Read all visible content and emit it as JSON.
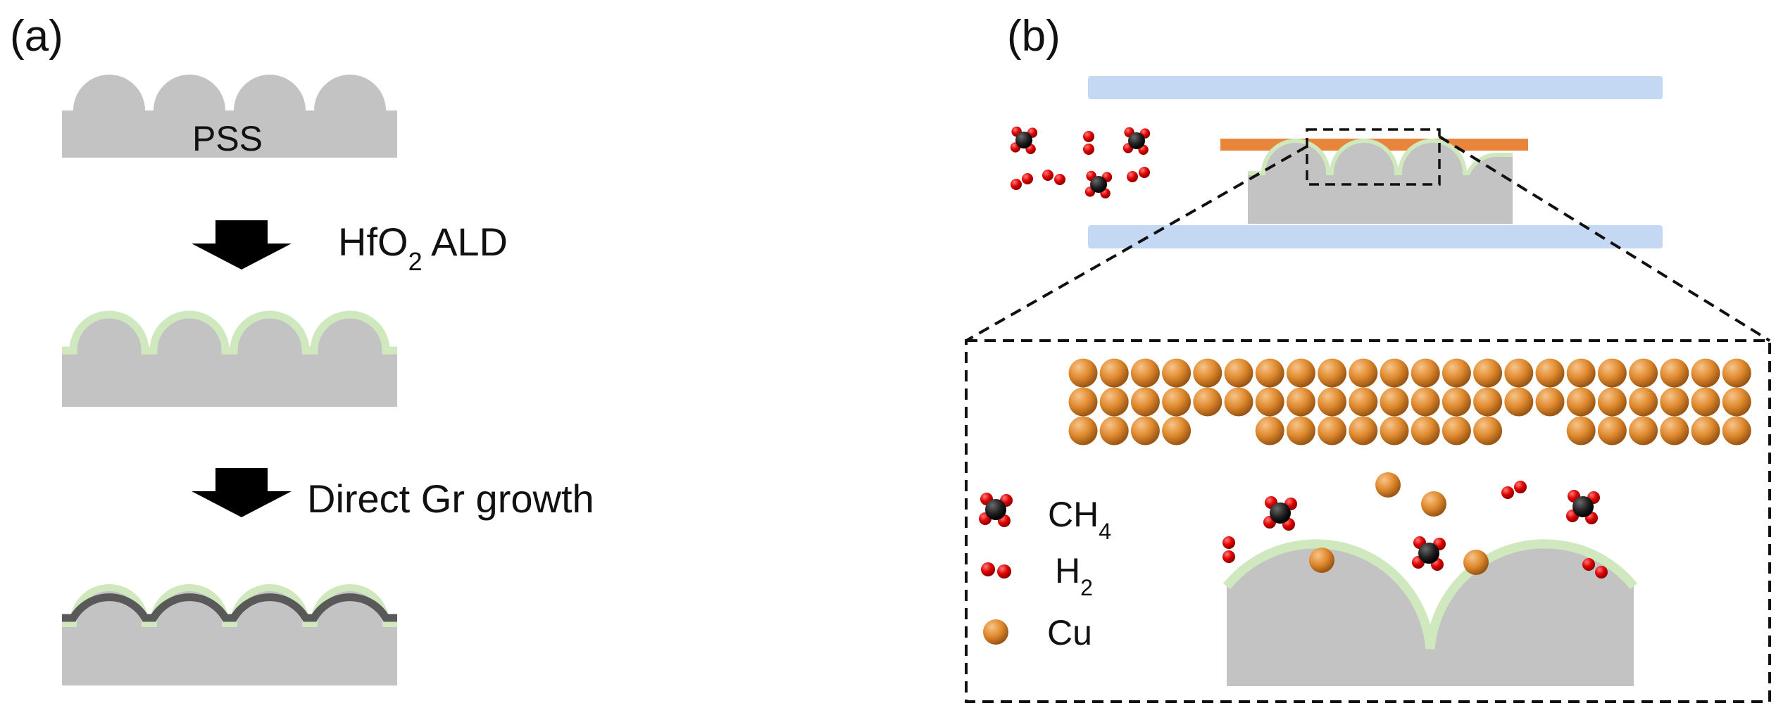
{
  "panel_a": {
    "label": "(a)",
    "substrate_label": "PSS",
    "step1": {
      "formula_main": "HfO",
      "formula_sub": "2",
      "suffix": " ALD"
    },
    "step2": "Direct Gr growth"
  },
  "panel_b": {
    "label": "(b)",
    "legend": [
      {
        "main": "CH",
        "sub": "4",
        "icon": "methane-molecule-icon"
      },
      {
        "main": "H",
        "sub": "2",
        "icon": "hydrogen-molecule-icon"
      },
      {
        "main": "Cu",
        "sub": "",
        "icon": "copper-atom-icon"
      }
    ]
  },
  "colors": {
    "substrate": "#c3c3c3",
    "hfo2": "#cfe8be",
    "graphene": "#595959",
    "copper_foil": "#e8853a",
    "heater_plate": "#c4d8f4",
    "copper_atom": "#e08a2e",
    "hydrogen": "#e00000",
    "carbon": "#1a1a1a"
  }
}
